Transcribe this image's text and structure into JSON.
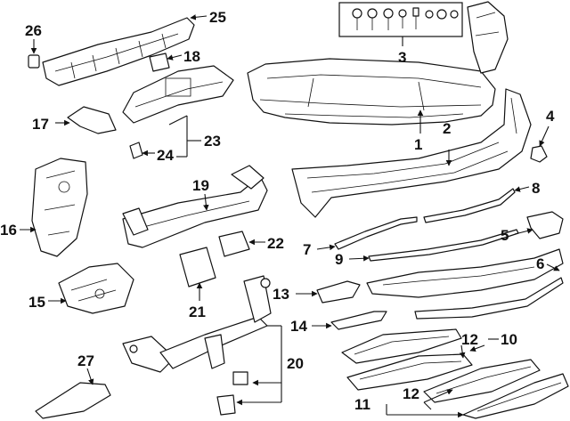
{
  "diagram": {
    "callouts": {
      "p1": "1",
      "p2": "2",
      "p3": "3",
      "p4": "4",
      "p5": "5",
      "p6": "6",
      "p7": "7",
      "p8": "8",
      "p9": "9",
      "p10": "10",
      "p11": "11",
      "p12a": "12",
      "p12b": "12",
      "p13": "13",
      "p14": "14",
      "p15": "15",
      "p16": "16",
      "p17": "17",
      "p18": "18",
      "p19": "19",
      "p20": "20",
      "p21": "21",
      "p22": "22",
      "p23": "23",
      "p24": "24",
      "p25": "25",
      "p26": "26",
      "p27": "27"
    },
    "colors": {
      "line": "#111111",
      "background": "#ffffff"
    }
  }
}
